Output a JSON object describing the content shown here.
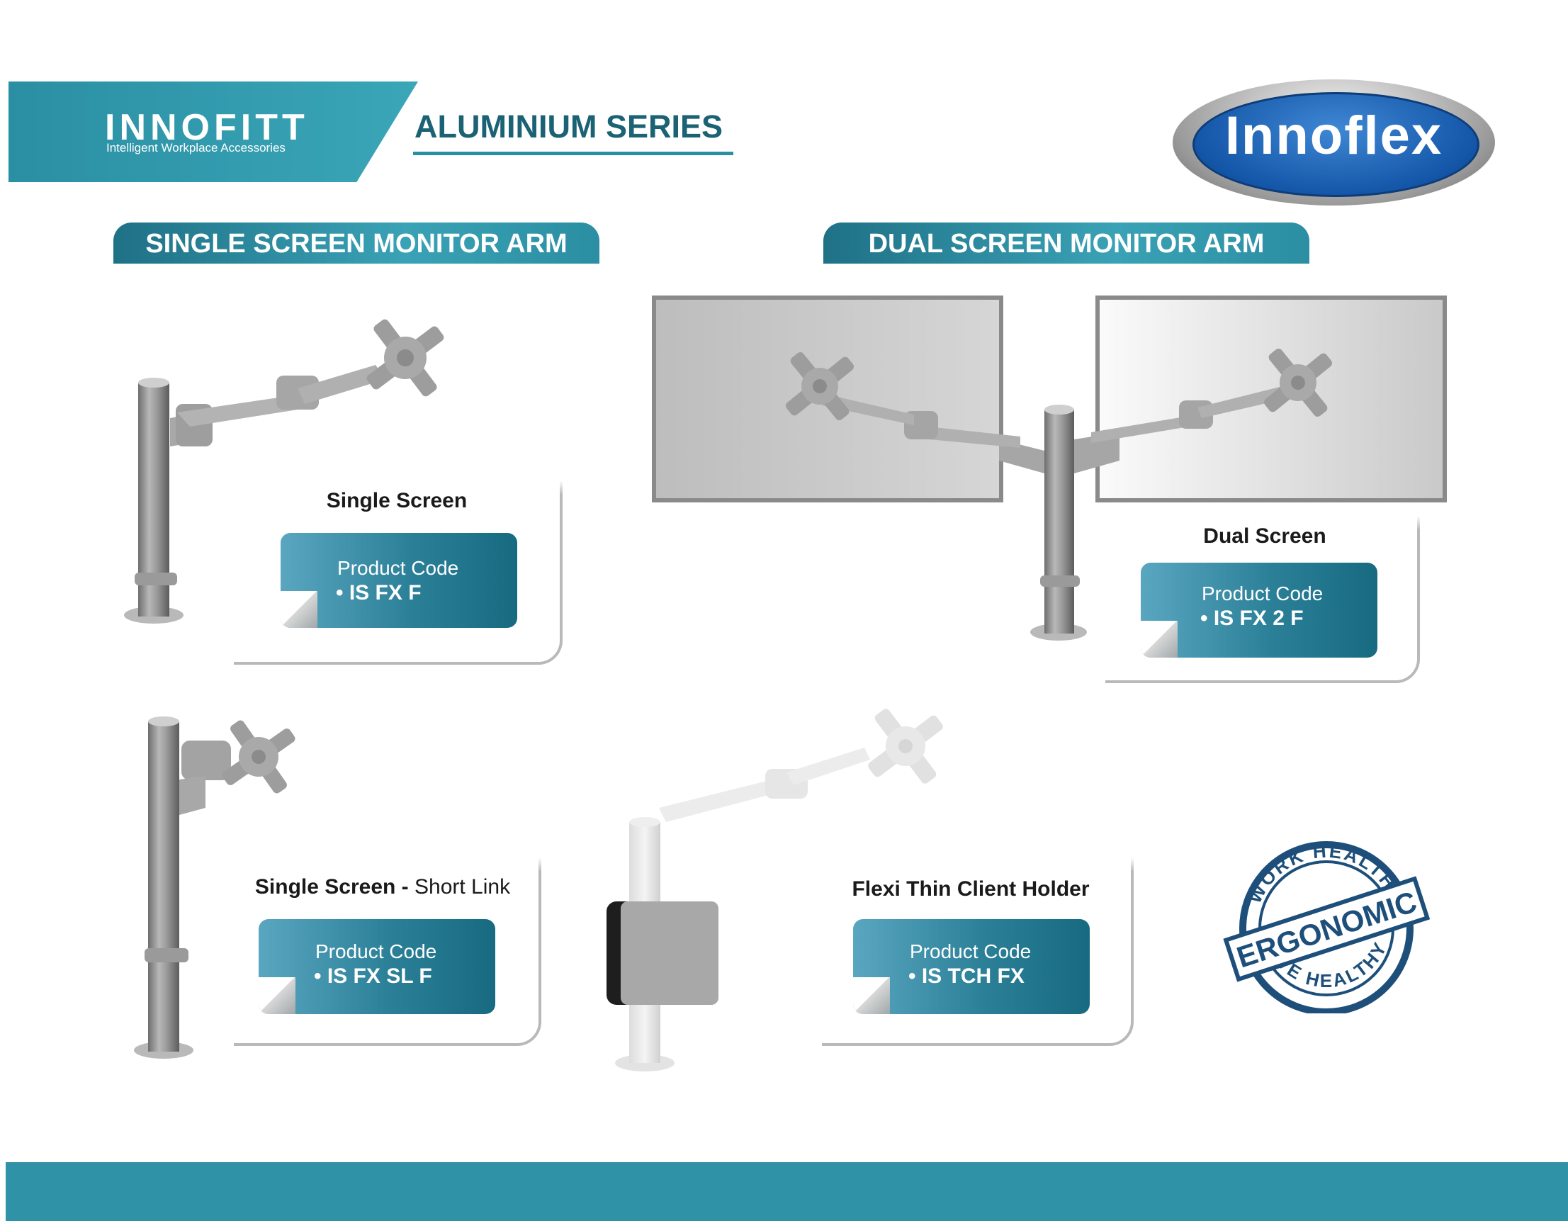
{
  "brand": {
    "name": "INNOFITT",
    "tagline": "Intelligent Workplace Accessories",
    "series": "ALUMINIUM SERIES",
    "partner_logo": "Innoflex"
  },
  "sections": {
    "single": "SINGLE SCREEN MONITOR ARM",
    "dual": "DUAL SCREEN MONITOR ARM"
  },
  "products": [
    {
      "title": "Single Screen",
      "subtitle": "",
      "code_label": "Product Code",
      "code": "• IS FX F"
    },
    {
      "title": "Dual Screen",
      "subtitle": "",
      "code_label": "Product Code",
      "code": "• IS FX 2 F"
    },
    {
      "title": "Single Screen - ",
      "subtitle": "Short Link",
      "code_label": "Product Code",
      "code": "• IS FX SL F"
    },
    {
      "title": "Flexi Thin Client Holder",
      "subtitle": "",
      "code_label": "Product Code",
      "code": "• IS TCH FX"
    }
  ],
  "badge": {
    "top": "WORK HEALTHY",
    "middle": "ERGONOMIC",
    "bottom": "LIVE HEALTHY"
  },
  "colors": {
    "teal": "#2b8fa3",
    "dark_teal": "#1b6275",
    "badge_blue": "#1d4f7a",
    "footer": "#2f92a6"
  }
}
